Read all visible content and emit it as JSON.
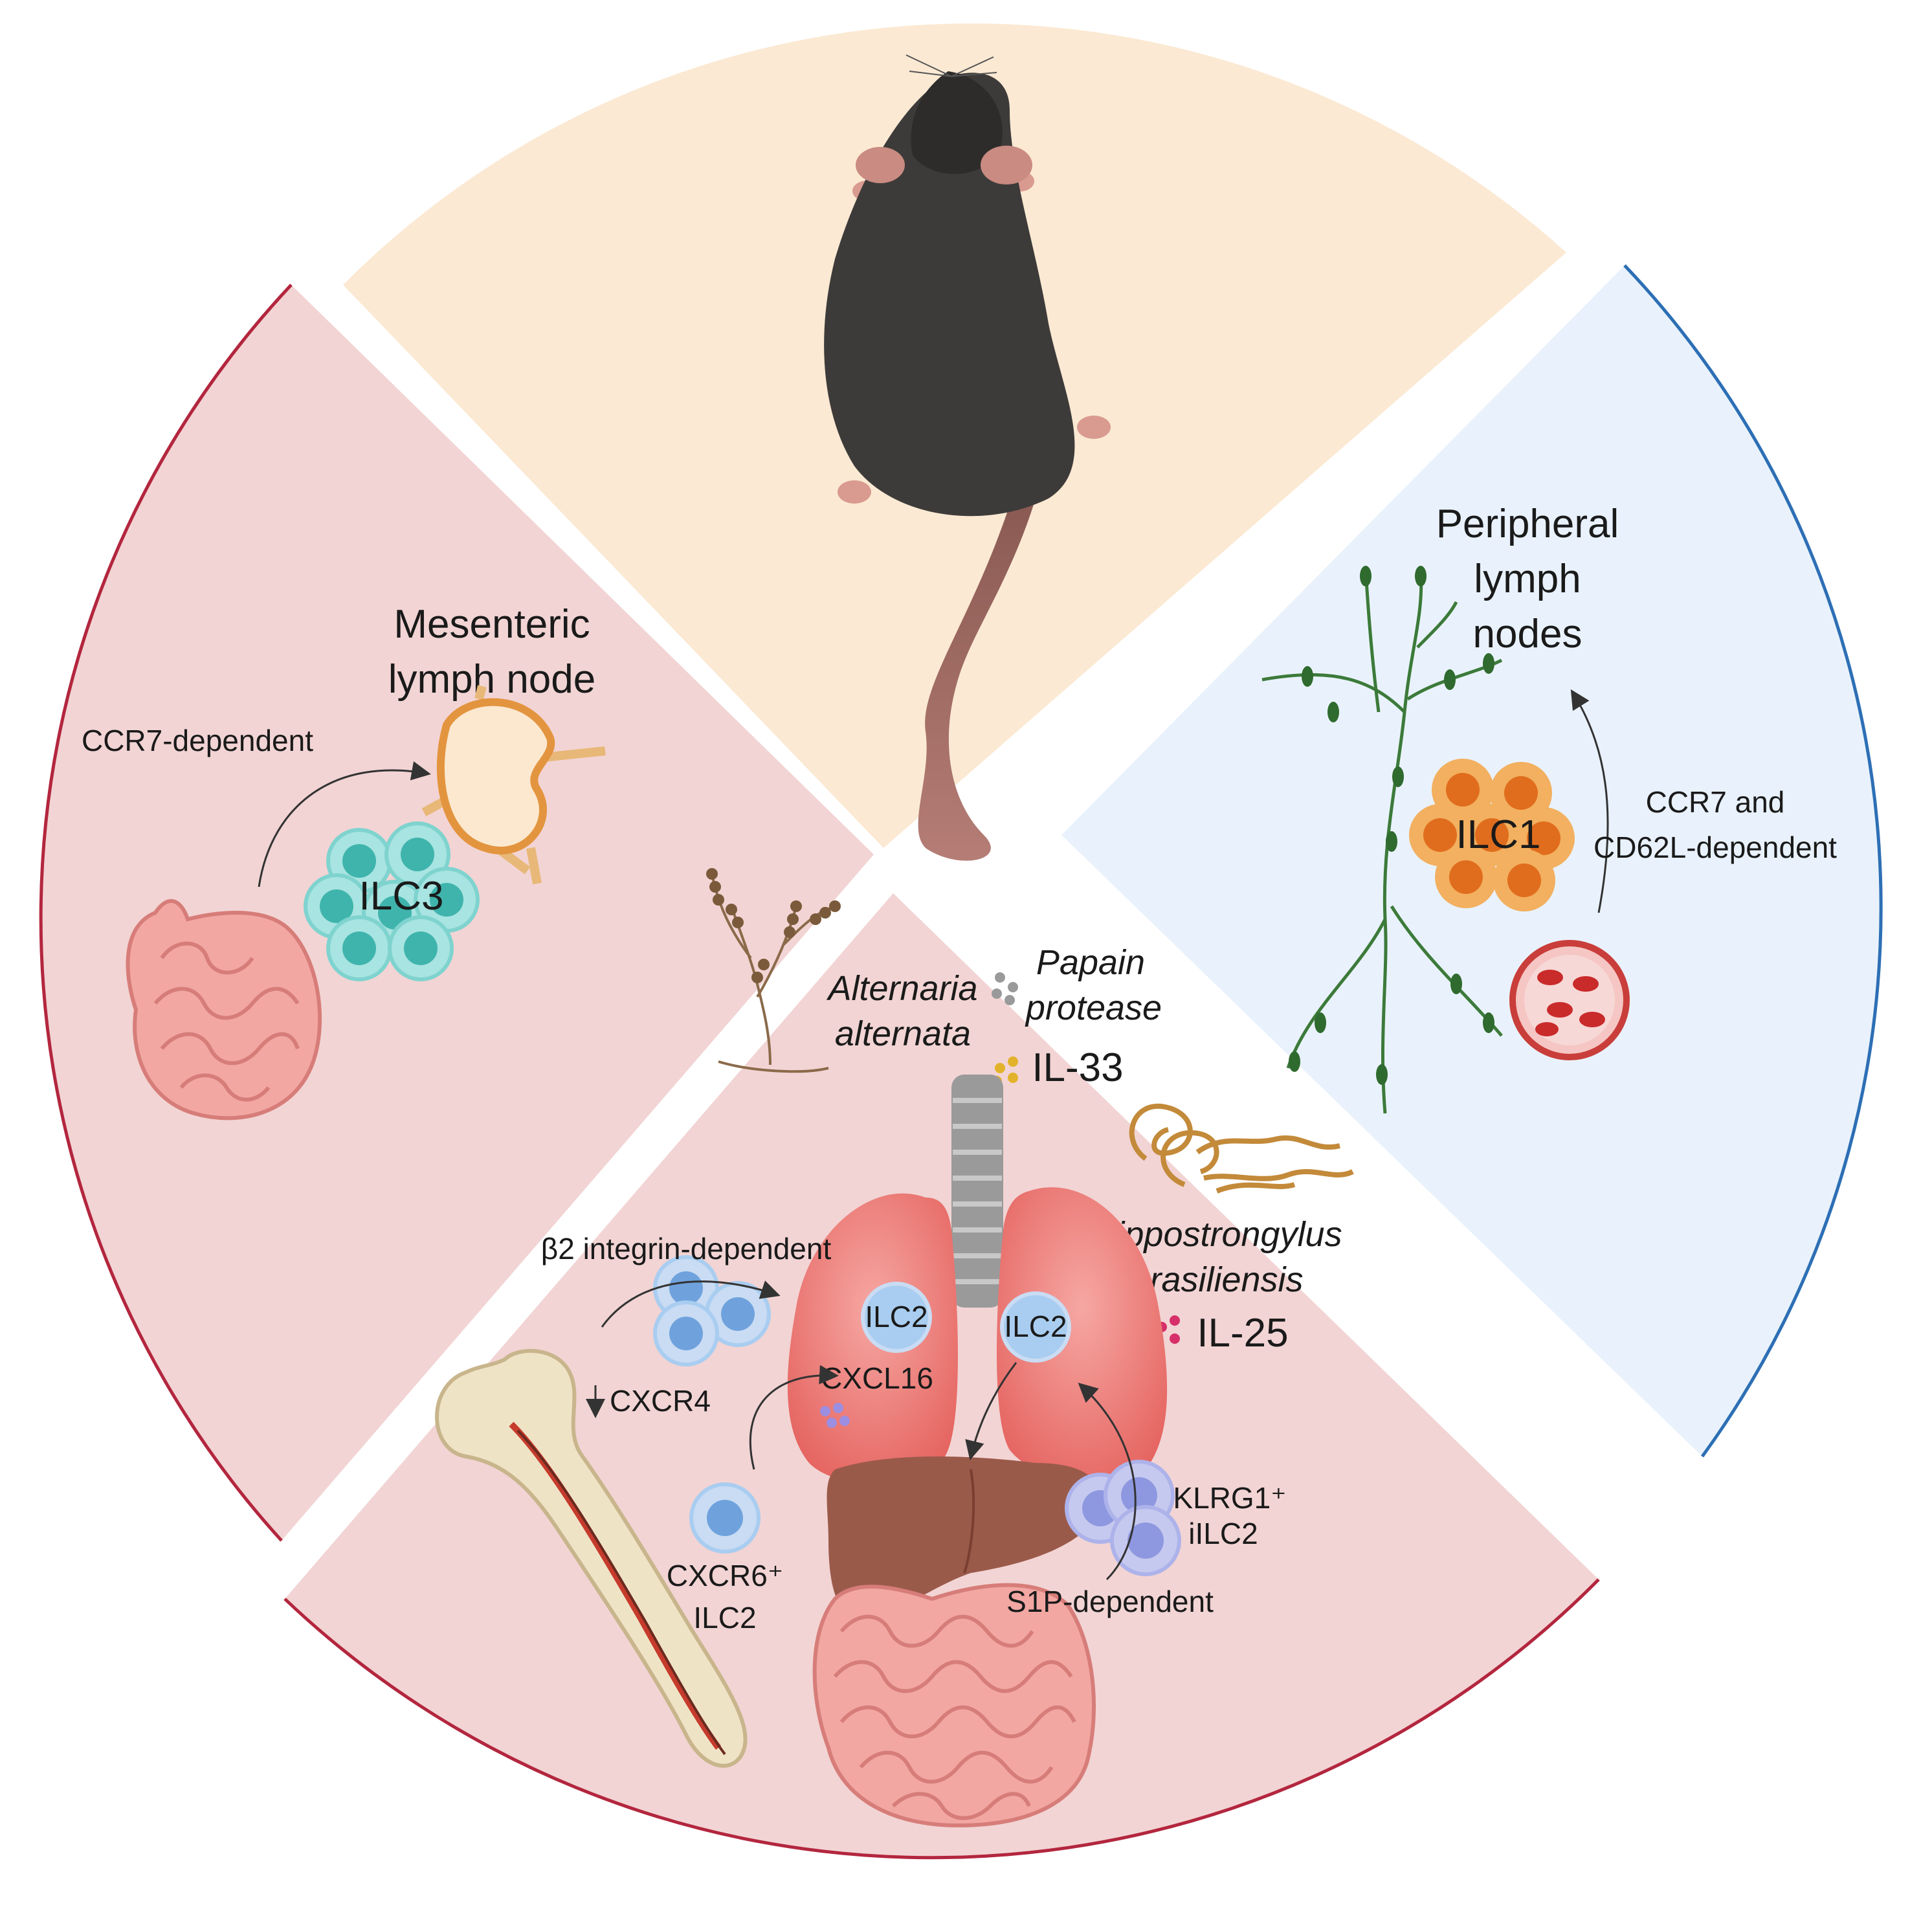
{
  "colors": {
    "top_quadrant": "#fbe9d3",
    "left_quadrant": "#f2d4d4",
    "bottom_quadrant": "#f2d4d4",
    "right_quadrant": "#e9f2fc",
    "left_border": "#b3263e",
    "right_border": "#2d6fb5",
    "ilc3_cell": "#7fd3cf",
    "ilc1_cell": "#ee9a3c",
    "ilc2_cell": "#a9cdf0"
  },
  "left": {
    "title_line1": "Mesenteric",
    "title_line2": "lymph node",
    "ccr7_label": "CCR7-dependent",
    "cell_label": "ILC3"
  },
  "right": {
    "title_line1": "Peripheral",
    "title_line2": "lymph",
    "title_line3": "nodes",
    "cell_label": "ILC1",
    "dep_line1": "CCR7 and",
    "dep_line2": "CD62L-dependent"
  },
  "bottom": {
    "alternaria_line1": "Alternaria",
    "alternaria_line2": "alternata",
    "papain_line1": "Papain",
    "papain_line2": "protease",
    "il33": "IL-33",
    "nippo_line1": "Nippostrongylus",
    "nippo_line2": "brasiliensis",
    "il25": "IL-25",
    "beta2": "β2 integrin-dependent",
    "cxcr4": "CXCR4",
    "ilc2_left": "ILC2",
    "ilc2_right": "ILC2",
    "cxcl16": "CXCL16",
    "cxcr6_line1": "CXCR6⁺",
    "cxcr6_line2": "ILC2",
    "klrg1_line1": "KLRG1⁺",
    "klrg1_line2": "iILC2",
    "s1p": "S1P-dependent"
  }
}
